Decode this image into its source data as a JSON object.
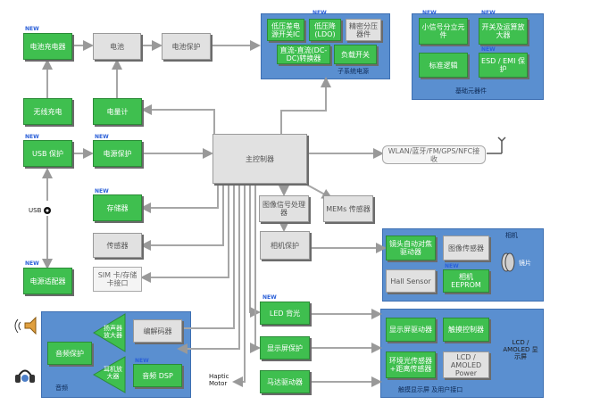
{
  "new_tag": "NEW",
  "colors": {
    "accent_green": "#3fbf4f",
    "panel_blue": "#5a8fd0",
    "gray_box": "#e1e1e1",
    "new_tag": "#2a5fd8"
  },
  "power_chain": {
    "battery_charger": "电池充电器",
    "battery": "电池",
    "battery_protection": "电池保护",
    "wireless_charging": "无线充电",
    "fuel_gauge": "电量计",
    "usb_protection": "USB 保护",
    "power_protection": "电源保护",
    "usb_label": "USB",
    "power_adapter": "电源适配器"
  },
  "subsystem_power": {
    "title": "子系统电源",
    "ldo_power_switch": "低压差电源开关IC",
    "ldo": "低压降(LDO)",
    "voltage_divider": "精密分压器件",
    "dcdc": "直流-直流(DC-DC)转换器",
    "load_switch": "负载开关"
  },
  "basic_components": {
    "title": "基础元器件",
    "small_signal_discrete": "小信号分立元件",
    "switch_op_amp": "开关及运算放大器",
    "standard_logic": "标准逻辑",
    "esd_emi_protection": "ESD / EMI 保护"
  },
  "core": {
    "main_controller": "主控制器",
    "storage": "存储器",
    "sensors": "传感器",
    "sim_card": "SIM 卡/存储卡接口",
    "image_signal_processor": "图像信号处理器",
    "mems_sensor": "MEMs 传感器",
    "wireless_interface": "WLAN/蓝牙/FM/GPS/NFC接收"
  },
  "camera": {
    "title": "相机",
    "camera_protection": "相机保护",
    "autofocus_driver": "镜头自动对焦驱动器",
    "image_sensor": "图像传感器",
    "hall_sensor": "Hall Sensor",
    "camera_eeprom": "相机EEPROM",
    "lens_label": "镜片"
  },
  "audio": {
    "title": "音频",
    "audio_protection": "音频保护",
    "speaker_amp": "扬声器放大器",
    "headphone_amp": "耳机放大器",
    "codec": "编解码器",
    "audio_dsp": "音频 DSP"
  },
  "display": {
    "title": "触摸显示屏 及用户接口",
    "led_backlight": "LED 背光",
    "display_protection": "显示屏保护",
    "motor_driver": "马达驱动器",
    "haptic_motor": "Haptic Motor",
    "display_driver": "显示屏驱动器",
    "touch_controller": "触摸控制器",
    "ambient_proximity": "环境光传感器+距离传感器",
    "lcd_amoled_power": "LCD / AMOLED Power",
    "lcd_amoled_label": "LCD / AMOLED 显示屏"
  }
}
